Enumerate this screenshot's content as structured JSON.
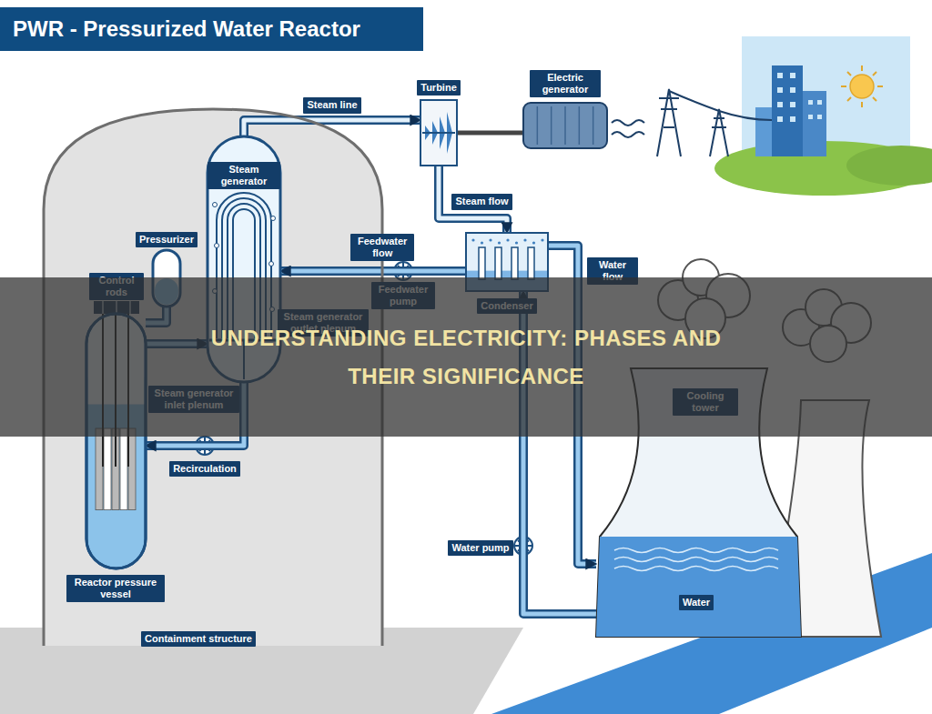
{
  "diagram": {
    "title": "PWR - Pressurized Water Reactor",
    "caption": "UNDERSTANDING ELECTRICITY: PHASES AND THEIR SIGNIFICANCE",
    "nodes": [
      {
        "text": [
          "Containment structure"
        ]
      },
      {
        "text": [
          "Steam generator"
        ],
        "in": 0
      },
      {
        "text": [
          "Pressurizer"
        ],
        "in": 0
      },
      {
        "text": [
          "Reactor pressure vessel"
        ],
        "in": 0
      },
      {
        "text": [
          "Turbine"
        ]
      },
      {
        "text": [
          "Electric generator"
        ]
      },
      {
        "text": [
          "Condenser"
        ]
      },
      {
        "text": [
          "Cooling tower"
        ]
      }
    ],
    "edges": [
      {
        "from": 1,
        "to": 4,
        "label": "Steam line",
        "arrow": "to"
      },
      {
        "from": 4,
        "to": 5,
        "arrow": "none"
      },
      {
        "from": 4,
        "to": 6,
        "label": "Steam flow",
        "arrow": "to"
      },
      {
        "from": 6,
        "to": 1,
        "label": "Feedwater flow",
        "arrow": "to"
      },
      {
        "from": 6,
        "to": 7,
        "label": "Water flow",
        "arrow": "to"
      },
      {
        "from": 7,
        "to": 6,
        "arrow": "to"
      },
      {
        "from": 3,
        "to": 1,
        "arrow": "to"
      },
      {
        "from": 1,
        "to": 3,
        "arrow": "to"
      },
      {
        "from": 2,
        "to": 3,
        "arrow": "none"
      }
    ],
    "labels": [
      "Control rods",
      "Steam generator outlet plenum",
      "Steam generator inlet plenum",
      "Recirculation",
      "Feedwater pump",
      "Water pump",
      "Water"
    ]
  }
}
